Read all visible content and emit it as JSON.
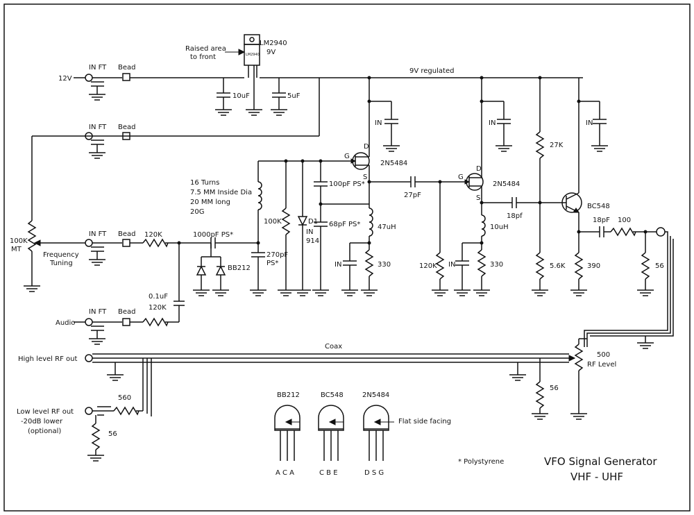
{
  "title_lines": [
    "VFO Signal Generator",
    "VHF - UHF"
  ],
  "regulator": {
    "name": "LM2940",
    "voltage": "9V",
    "tab_note_lines": [
      "Raised area",
      "to front"
    ],
    "body_text": "LM2940"
  },
  "rail_label": "9V regulated",
  "inputs": {
    "supply": "12V",
    "tuning_pot": "100K",
    "tuning_pot_type": "MT",
    "tuning_label_lines": [
      "Frequency",
      "Tuning"
    ],
    "audio": "Audio"
  },
  "feedthrough": "IN FT",
  "bead": "Bead",
  "bypass_cap": "IN",
  "values": {
    "r_tune": "120K",
    "r_audio": "120K",
    "c_audio": "0.1uF",
    "c_couple": "1000pF PS*",
    "c_tank": [
      "270pF",
      "PS*"
    ],
    "varicap": "BB212",
    "coil": [
      "16 Turns",
      "7.5 MM Inside Dia",
      "20 MM long",
      "20G"
    ],
    "r_gate": "100K",
    "diode": "D1",
    "diode_type": [
      "IN",
      "914"
    ],
    "c_fb": "100pF PS*",
    "c_src": "68pF PS*",
    "l1": "47uH",
    "r_src1": "330",
    "c_10uf": "10uF",
    "c_5uf": "5uF",
    "q1": "2N5484",
    "c_27": "27pF",
    "q2": "2N5484",
    "l2": "10uH",
    "r_gate2": "120K",
    "r_src2": "330",
    "c_18a": "18pf",
    "r_27k": "27K",
    "r_5k6": "5.6K",
    "q3": "BC548",
    "r_390": "390",
    "c_18b": "18pF",
    "r_100": "100",
    "r_56a": "56",
    "r_500": "500",
    "rf_level": "RF Level",
    "r_56b": "56",
    "r_560": "560",
    "r_56c": "56",
    "coax": "Coax",
    "gate_pin": "G",
    "drain_pin": "D",
    "source_pin": "S"
  },
  "outputs": {
    "high": "High level RF out",
    "low_lines": [
      "Low level RF out",
      "-20dB lower",
      "(optional)"
    ]
  },
  "pinouts": [
    {
      "name": "BB212",
      "pins": "A C A"
    },
    {
      "name": "BC548",
      "pins": "C B E"
    },
    {
      "name": "2N5484",
      "pins": "D S G"
    }
  ],
  "flat_side_note": "Flat side facing",
  "polystyrene_note": "* Polystyrene"
}
